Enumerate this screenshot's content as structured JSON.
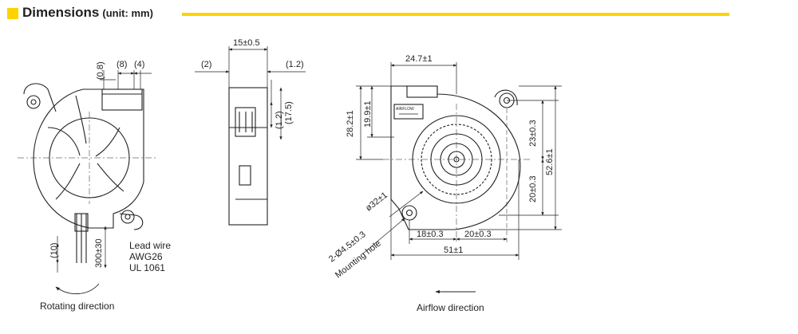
{
  "header": {
    "title": "Dimensions",
    "unit_note": "(unit: mm)",
    "accent_color": "#FFD200"
  },
  "front_view": {
    "dim_0_8": "(0.8)",
    "dim_8": "(8)",
    "dim_4": "(4)",
    "dim_10": "(10)",
    "lead_length": "300±30",
    "lead_wire_line1": "Lead wire",
    "lead_wire_line2": "AWG26",
    "lead_wire_line3": "UL 1061",
    "rotating_direction": "Rotating direction"
  },
  "side_view": {
    "width": "15±0.5",
    "dim_2": "(2)",
    "dim_1_2_top": "(1.2)",
    "dim_1_2_side": "(1.2)",
    "dim_17_5": "(17.5)"
  },
  "rear_view": {
    "top_width": "24.7±1",
    "height_28_2": "28.2±1",
    "height_19_9": "19.9±1",
    "right_23": "23±0.3",
    "right_20": "20±0.3",
    "total_height": "52.6±1",
    "diameter": "ø32±1",
    "hole_spec": "2-Ø4.5±0.3",
    "hole_label": "Mounting hole",
    "bottom_18": "18±0.3",
    "bottom_20": "20±0.3",
    "total_width": "51±1",
    "airflow_tag": "AIRFLOW",
    "airflow_direction": "Airflow direction"
  }
}
